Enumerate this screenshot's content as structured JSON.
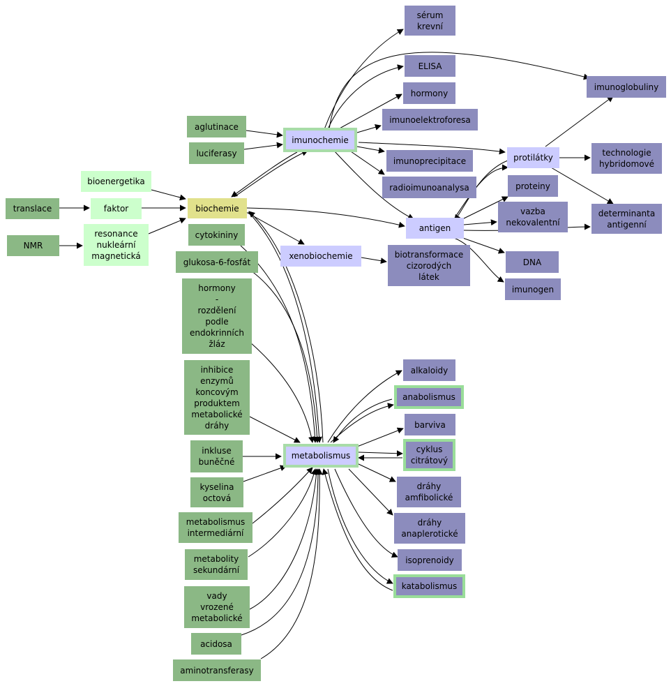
{
  "colors": {
    "green": "#8bb885",
    "light_green": "#ccffcc",
    "purple": "#8c8cbd",
    "lavender": "#ccccff",
    "yellow": "#e1e18c",
    "highlight_ring": "#99dd99",
    "edge": "#000000"
  },
  "nodes": {
    "serum_krevni": "sérum\nkrevní",
    "elisa": "ELISA",
    "hormony": "hormony",
    "imunoelektroforesa": "imunoelektroforesa",
    "imunoglobuliny": "imunoglobuliny",
    "aglutinace": "aglutinace",
    "luciferasy": "luciferasy",
    "imunochemie": "imunochemie",
    "protilatky": "protilátky",
    "technologie_hybridomove": "technologie\nhybridomové",
    "imunoprecipitace": "imunoprecipitace",
    "bioenergetika": "bioenergetika",
    "radioimunoanalysa": "radioimunoanalysa",
    "proteiny": "proteiny",
    "translace": "translace",
    "faktor": "faktor",
    "biochemie": "biochemie",
    "vazba_nekovalentni": "vazba\nnekovalentní",
    "determinanta_antigenni": "determinanta\nantigenní",
    "cytokininy": "cytokininy",
    "antigen": "antigen",
    "nmr": "NMR",
    "resonance_nuklearni_magneticka": "resonance\nnukleární\nmagnetická",
    "xenobiochemie": "xenobiochemie",
    "biotransformace_cizorodych_latek": "biotransformace\ncizorodých\nlátek",
    "dna": "DNA",
    "glukosa_6_fosfat": "glukosa-6-fosfát",
    "imunogen": "imunogen",
    "hormony_rozdeleni": "hormony\n-\nrozdělení\npodle\nendokrinních\nžláz",
    "alkaloidy": "alkaloidy",
    "inhibice_enzymu": "inhibice\nenzymů\nkoncovým\nproduktem\nmetabolické\ndráhy",
    "anabolismus": "anabolismus",
    "barviva": "barviva",
    "inkluse_bunecne": "inkluse\nbuněčné",
    "metabolismus": "metabolismus",
    "cyklus_citratovy": "cyklus\ncitrátový",
    "kyselina_octova": "kyselina\noctová",
    "drahy_amfibolicke": "dráhy\namfibolické",
    "metabolismus_intermediarni": "metabolismus\nintermediární",
    "drahy_anaplerotické": "dráhy\nanaplerotické",
    "metabolity_sekundarni": "metabolity\nsekundární",
    "isoprenoidy": "isoprenoidy",
    "katabolismus": "katabolismus",
    "vady_vrozene_metabolicke": "vady\nvrozené\nmetabolické",
    "acidosa": "acidosa",
    "aminotransferasy": "aminotransferasy"
  }
}
